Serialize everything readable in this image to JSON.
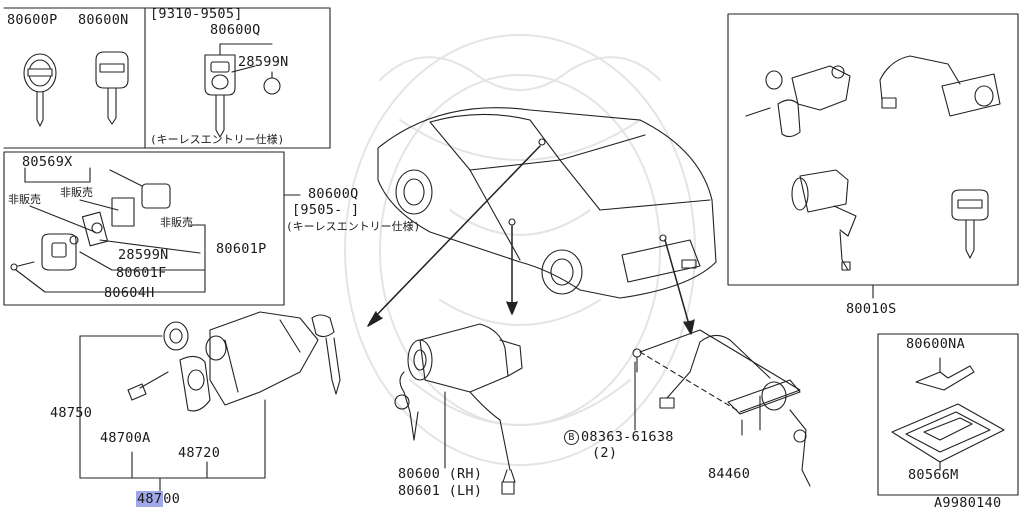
{
  "colors": {
    "line": "#222222",
    "highlight": "#9fa8e8",
    "watermark": "#e6e6e6"
  },
  "key_box": {
    "p1": "80600P",
    "p2": "80600N",
    "range": "[9310-9505]",
    "p3": "80600Q",
    "p4": "28599N",
    "note": "(キーレスエントリー仕様)"
  },
  "keyless_box": {
    "p1": "80569X",
    "not_sold_1": "非販売",
    "not_sold_2": "非販売",
    "not_sold_3": "非販売",
    "p2": "28599N",
    "p3": "80601F",
    "p4": "80604H",
    "p5": "80601P",
    "p6": "80600Q",
    "range": "[9505-    ]",
    "note": "(キーレスエントリー仕様)"
  },
  "ignition": {
    "p1": "48750",
    "p2": "48700A",
    "p3": "48720",
    "p4_a": "487",
    "p4_b": "00"
  },
  "door": {
    "p1": "80600 (RH)",
    "p2": "80601 (LH)"
  },
  "trunk": {
    "bolt_letter": "B",
    "bolt": "08363-61638",
    "qty": "(2)",
    "p1": "84460"
  },
  "set_box": {
    "p1": "80010S"
  },
  "blank_box": {
    "p1": "80600NA",
    "p2": "80566M"
  },
  "figure_id": "A9980140"
}
